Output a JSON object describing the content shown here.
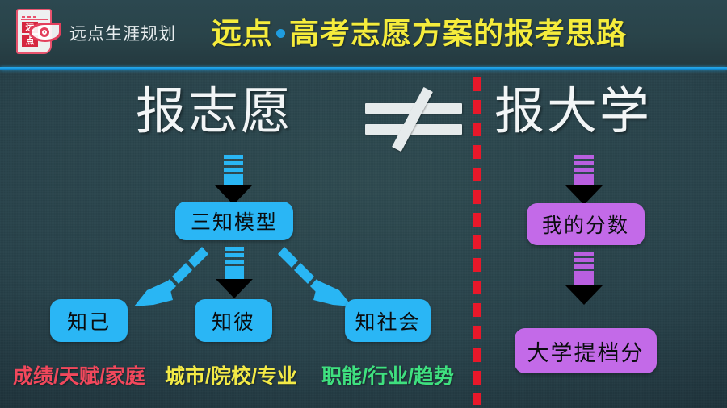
{
  "header": {
    "brand_text": "远点生涯规划",
    "logo": {
      "char_top": "远",
      "char_bottom": "点",
      "icon": "eye-logo-icon"
    },
    "title_left": "远点",
    "title_right": "高考志愿方案的报考思路",
    "separator": "bullet-dot"
  },
  "headline": {
    "left": "报志愿",
    "operator": "≠",
    "right": "报大学"
  },
  "left_branch": {
    "model_box": "三知模型",
    "children": [
      {
        "label": "知己",
        "caption": "成绩/天赋/家庭",
        "color": "#f2485c"
      },
      {
        "label": "知彼",
        "caption": "城市/院校/专业",
        "color": "#f3ea46"
      },
      {
        "label": "知社会",
        "caption": "职能/行业/趋势",
        "color": "#3fe07f"
      }
    ]
  },
  "right_branch": {
    "step1": "我的分数",
    "step2": "大学提档分"
  },
  "colors": {
    "background": "#29434a",
    "header_rule": "#1b9ae0",
    "title_yellow": "#f5ec3c",
    "dot_blue": "#1f9de0",
    "cyan": "#2ab6f5",
    "purple": "#c36ae8",
    "divider_red": "#e8182a",
    "headline_white": "#f2f5f6",
    "logo_red": "#e33f5c"
  }
}
